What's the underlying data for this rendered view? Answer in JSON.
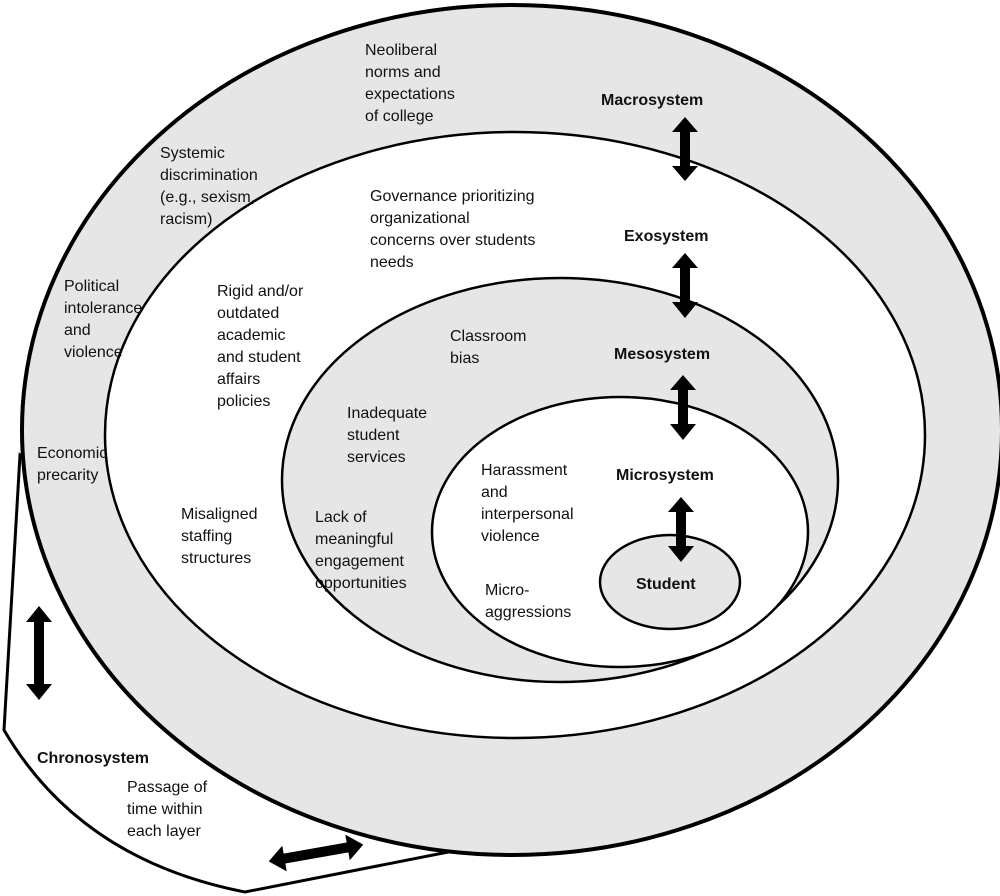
{
  "colors": {
    "ring_fill": "#e6e6e6",
    "white_fill": "#ffffff",
    "stroke": "#000000",
    "text": "#111111"
  },
  "layers": {
    "macrosystem": "Macrosystem",
    "exosystem": "Exosystem",
    "mesosystem": "Mesosystem",
    "microsystem": "Microsystem",
    "student": "Student",
    "chronosystem": "Chronosystem"
  },
  "factors": {
    "neoliberal": "Neoliberal\nnorms and\nexpectations\nof college",
    "systemic_discrimination": "Systemic\ndiscrimination\n(e.g., sexism,\nracism)",
    "political": "Political\nintolerance\nand\nviolence",
    "economic": "Economic\nprecarity",
    "governance": "Governance prioritizing\norganizational\nconcerns over students\nneeds",
    "rigid_policies": "Rigid and/or\noutdated\nacademic\nand student\naffairs\npolicies",
    "misaligned": "Misaligned\nstaffing\nstructures",
    "classroom_bias": "Classroom\nbias",
    "inadequate_services": "Inadequate\nstudent\nservices",
    "lack_engagement": "Lack of\nmeaningful\nengagement\nopportunities",
    "harassment": "Harassment\nand\ninterpersonal\nviolence",
    "microaggressions": "Micro-\naggressions",
    "passage_of_time": "Passage of\ntime within\neach layer"
  }
}
